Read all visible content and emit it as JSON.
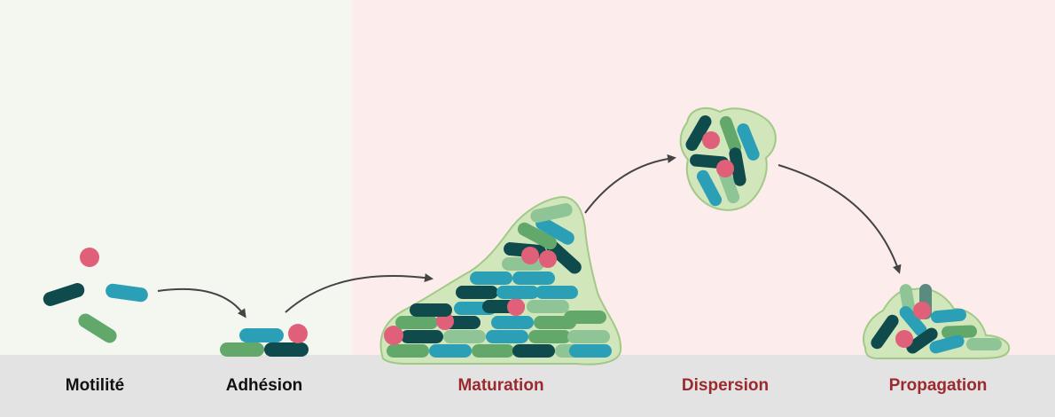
{
  "stages": [
    {
      "label": "Motilité",
      "phase": "planktonic"
    },
    {
      "label": "Adhésion",
      "phase": "planktonic"
    },
    {
      "label": "Maturation",
      "phase": "biofilm"
    },
    {
      "label": "Dispersion",
      "phase": "biofilm"
    },
    {
      "label": "Propagation",
      "phase": "biofilm"
    }
  ],
  "colors": {
    "planktonic_bg": "#f4f6f0",
    "biofilm_bg": "#fcecec",
    "ground": "#e3e3e3",
    "label_dark": "#111111",
    "label_red": "#9b2a2e",
    "cell_dark_teal": "#0f4a4c",
    "cell_blue": "#2a9fb5",
    "cell_green": "#63a86b",
    "cell_light_green": "#8fc497",
    "particle_pink": "#e0607a",
    "matrix_fill": "#cfe6b8",
    "matrix_stroke": "#9ac77f",
    "arrow": "#444444"
  }
}
